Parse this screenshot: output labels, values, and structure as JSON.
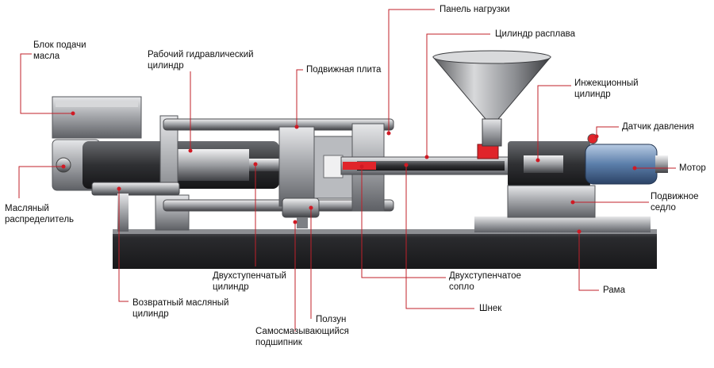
{
  "labels": {
    "oil_supply_block": "Блок подачи\nмасла",
    "main_hydraulic_cylinder": "Рабочий гидравлический\nцилиндр",
    "moving_platen": "Подвижная плита",
    "load_panel": "Панель нагрузки",
    "melt_cylinder": "Цилиндр расплава",
    "injection_cylinder": "Инжекционный\nцилиндр",
    "pressure_sensor": "Датчик давления",
    "motor": "Мотор",
    "moving_saddle": "Подвижное\nседло",
    "frame": "Рама",
    "oil_distributor": "Масляный\nраспределитель",
    "two_stage_cylinder": "Двухступенчатый\nцилиндр",
    "return_oil_cylinder": "Возвратный масляный\nцилиндр",
    "slider": "Ползун",
    "self_lubricating_bearing": "Самосмазывающийся\nподшипник",
    "two_stage_nozzle": "Двухступенчатое\nсопло",
    "screw": "Шнек"
  },
  "colors": {
    "leader_line": "#c0202a",
    "leader_dot": "#d01a24",
    "steel_dark": "#2e2e30",
    "steel_mid": "#7d7f84",
    "steel_light": "#c8cacd",
    "motor_blue": "#6d8fb8",
    "melt_red": "#e0242a"
  }
}
